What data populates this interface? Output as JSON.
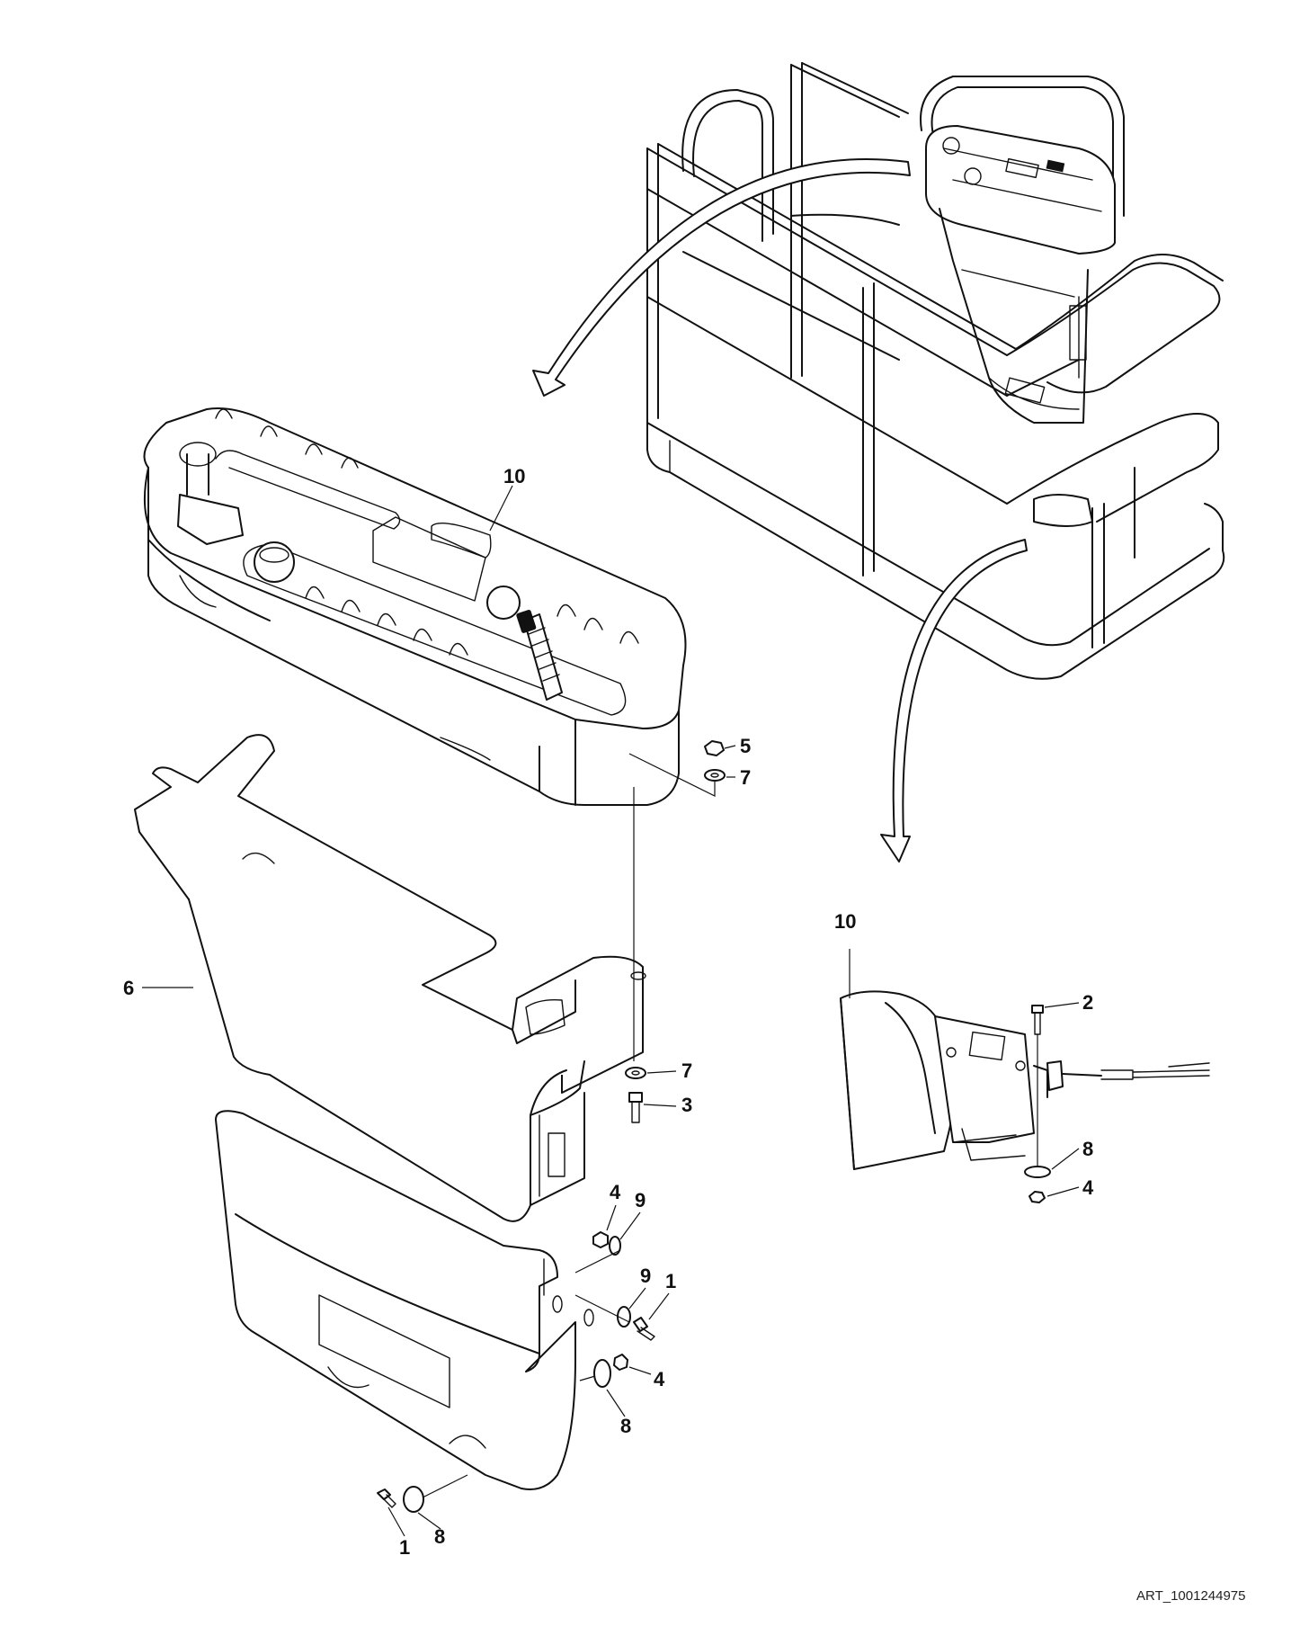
{
  "callouts": {
    "c10_console": "10",
    "c5": "5",
    "c7_top": "7",
    "c6": "6",
    "c7_mid": "7",
    "c3": "3",
    "c4_a": "4",
    "c9_a": "9",
    "c9_b": "9",
    "c1_a": "1",
    "c4_b": "4",
    "c8_a": "8",
    "c1_b": "1",
    "c8_b": "8",
    "c10_side": "10",
    "c2": "2",
    "c8_side": "8",
    "c4_side": "4"
  },
  "art_id": "ART_1001244975"
}
